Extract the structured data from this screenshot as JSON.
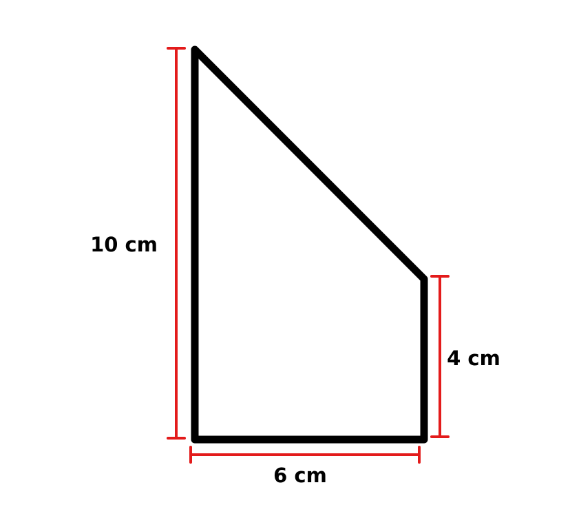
{
  "diagram": {
    "shape_name": "trapezoid",
    "colors": {
      "shape_stroke": "#000000",
      "dimension_lines": "#e31b1b",
      "label_text": "#000000",
      "background": "#ffffff"
    },
    "dimensions": {
      "left_side": {
        "value": 10,
        "unit": "cm",
        "label": "10 cm"
      },
      "right_side": {
        "value": 4,
        "unit": "cm",
        "label": "4 cm"
      },
      "bottom_side": {
        "value": 6,
        "unit": "cm",
        "label": "6 cm"
      }
    }
  }
}
